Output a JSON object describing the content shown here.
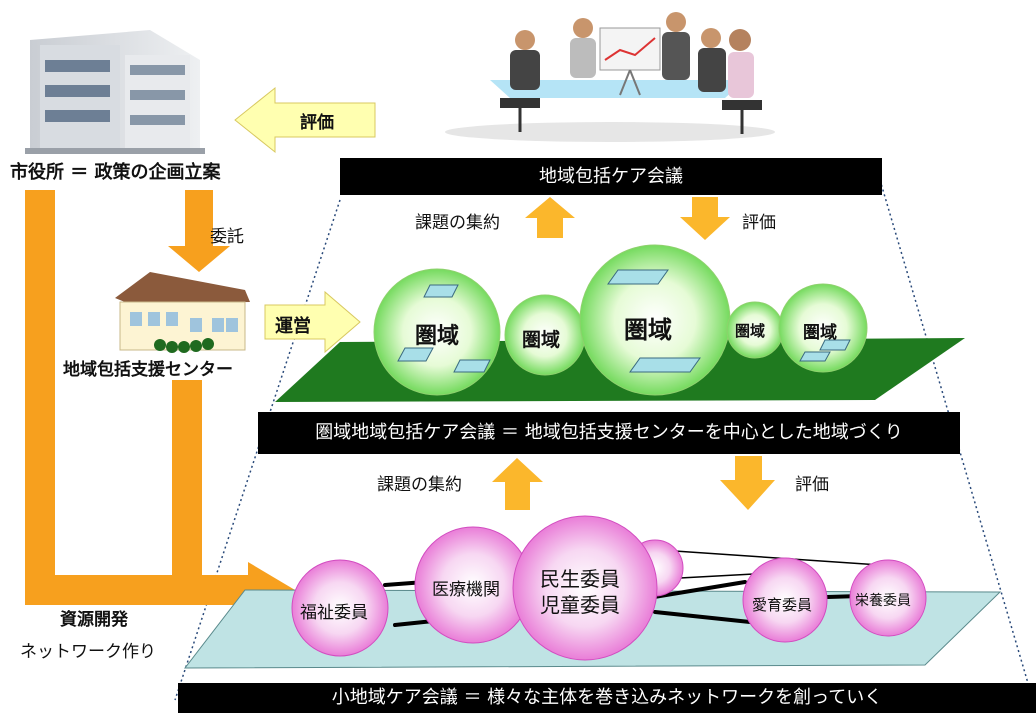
{
  "city_hall": {
    "label": "市役所 ＝ 政策の企画立案",
    "evaluation": "評価",
    "entrust": "委託"
  },
  "center": {
    "label": "地域包括支援センター",
    "operate": "運営"
  },
  "left_flow": {
    "resource": "資源開発",
    "network": "ネットワーク作り"
  },
  "level1": {
    "title": "地域包括ケア会議",
    "collect": "課題の集約",
    "evaluate": "評価"
  },
  "level2": {
    "title": "圏域地域包括ケア会議 ＝ 地域包括支援センターを中心とした地域づくり",
    "collect": "課題の集約",
    "evaluate": "評価",
    "circles": [
      "圏域",
      "圏域",
      "圏域",
      "圏域",
      "圏域"
    ]
  },
  "level3": {
    "title": "小地域ケア会議 ＝ 様々な主体を巻き込みネットワークを創っていく",
    "circles": [
      "福祉委員",
      "医療機関",
      "民生委員\n児童委員",
      "愛育委員",
      "栄養委員"
    ]
  },
  "colors": {
    "orange": "#F7A01E",
    "yellow_arrow": "#FBB72C",
    "light_arrow": "#FFFFB0",
    "green_plane": "#1F7A1F",
    "cyan_plane": "#BFE3E4",
    "pink": "#E978D8"
  }
}
